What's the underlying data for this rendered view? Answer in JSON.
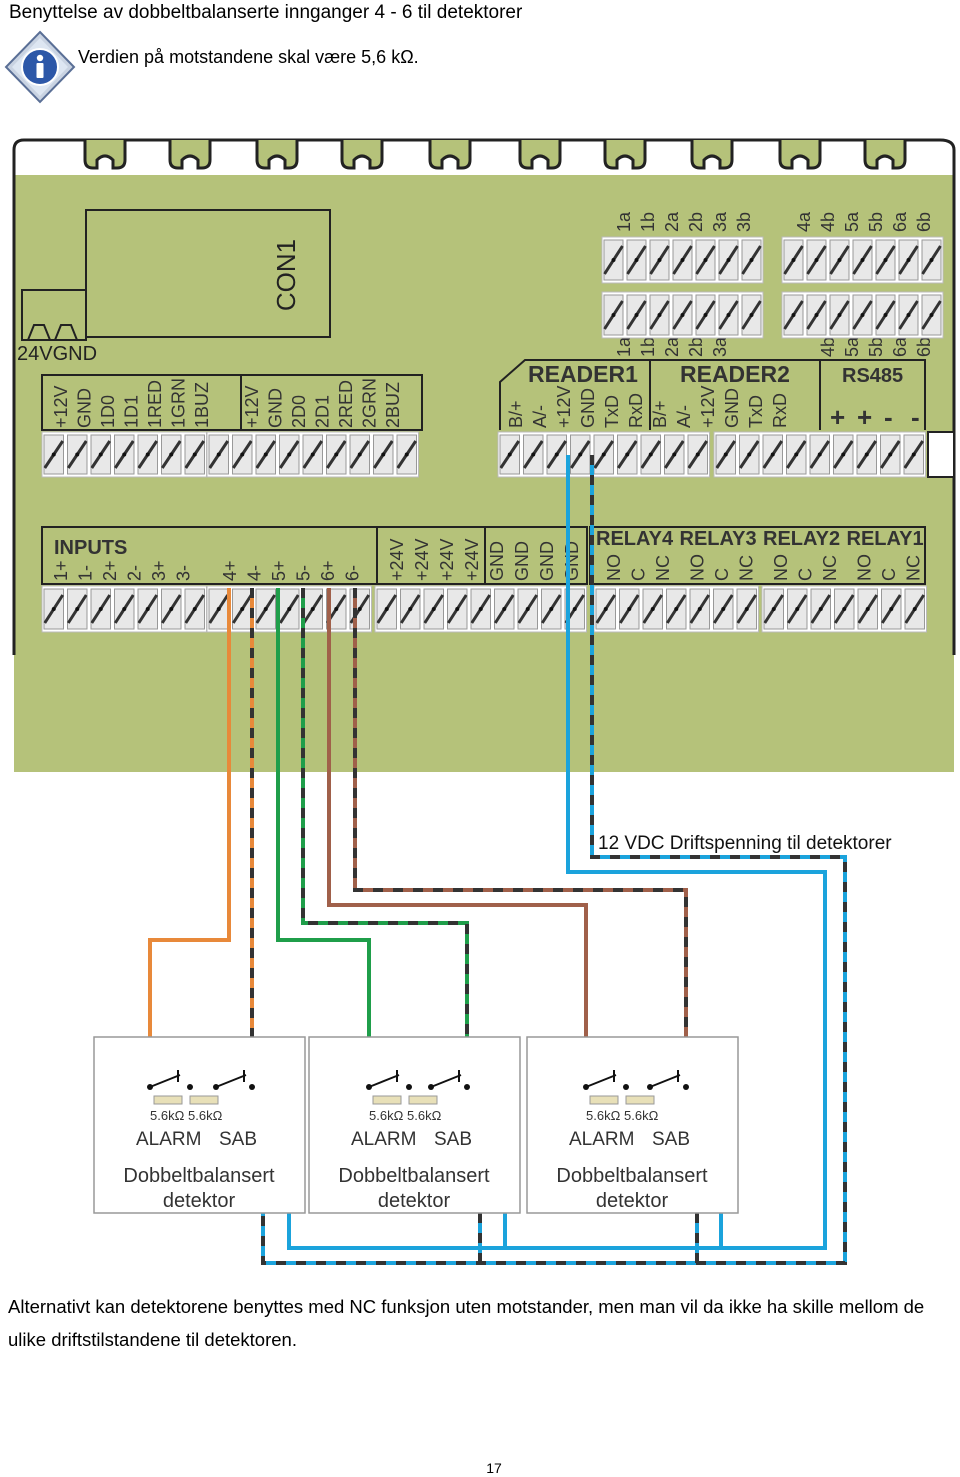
{
  "header": {
    "title": "Benyttelse av dobbeltbalanserte innganger 4 - 6 til detektorer",
    "info_icon": "info-icon",
    "info_text": "Verdien på motstandene skal være 5,6 kΩ."
  },
  "board": {
    "con1": "CON1",
    "power": "24VGND",
    "reader_terminals": [
      "+12V",
      "GND",
      "1D0",
      "1D1",
      "1RED",
      "1GRN",
      "1BUZ",
      "+12V",
      "GND",
      "2D0",
      "2D1",
      "2RED",
      "2GRN",
      "2BUZ"
    ],
    "reader1_label": "READER1",
    "reader2_label": "READER2",
    "rs485_label": "RS485",
    "reader1_terminals": [
      "B/+",
      "A/-",
      "+12V",
      "GND",
      "TxD",
      "RxD"
    ],
    "reader2_terminals": [
      "B/+",
      "A/-",
      "+12V",
      "GND",
      "TxD",
      "RxD"
    ],
    "rs485_terminals": [
      "+",
      "+",
      "-",
      "-"
    ],
    "top_io_labels": [
      "1a",
      "1b",
      "2a",
      "2b",
      "3a",
      "3b",
      "4a",
      "4b",
      "5a",
      "5b",
      "6a",
      "6b"
    ],
    "mid_io_labels": [
      "1a",
      "1b",
      "2a",
      "2b",
      "3a",
      "4b",
      "5a",
      "5b",
      "6a",
      "6b"
    ],
    "inputs_label": "INPUTS",
    "inputs_terminals": [
      "1+",
      "1-",
      "2+",
      "2-",
      "3+",
      "3-",
      "4+",
      "4-",
      "5+",
      "5-",
      "6+",
      "6-"
    ],
    "supply_terminals": [
      "+24V",
      "+24V",
      "+24V",
      "+24V",
      "GND",
      "GND",
      "GND",
      "GND"
    ],
    "relay_labels": [
      "RELAY4",
      "RELAY3",
      "RELAY2",
      "RELAY1"
    ],
    "relay_terminals": [
      "NO",
      "C",
      "NC"
    ]
  },
  "wiring": {
    "supply_label": "12 VDC Driftspenning til detektorer",
    "detectors": [
      {
        "res1": "5.6kΩ",
        "res2": "5.6kΩ",
        "alarm": "ALARM",
        "sab": "SAB",
        "name_line1": "Dobbeltbalansert",
        "name_line2": "detektor"
      },
      {
        "res1": "5.6kΩ",
        "res2": "5.6kΩ",
        "alarm": "ALARM",
        "sab": "SAB",
        "name_line1": "Dobbeltbalansert",
        "name_line2": "detektor"
      },
      {
        "res1": "5.6kΩ",
        "res2": "5.6kΩ",
        "alarm": "ALARM",
        "sab": "SAB",
        "name_line1": "Dobbeltbalansert",
        "name_line2": "detektor"
      }
    ],
    "colors": {
      "board": "#b5c27a",
      "blue": "#1ba3dc",
      "orange": "#e8893a",
      "green": "#1f9e4a",
      "brown": "#a0604a",
      "dark": "#333333"
    }
  },
  "body": {
    "paragraph": "Alternativt kan detektorene benyttes med NC funksjon uten motstander, men man vil da ikke ha skille mellom de ulike driftstilstandene til detektoren."
  },
  "footer": {
    "page_number": "17"
  }
}
